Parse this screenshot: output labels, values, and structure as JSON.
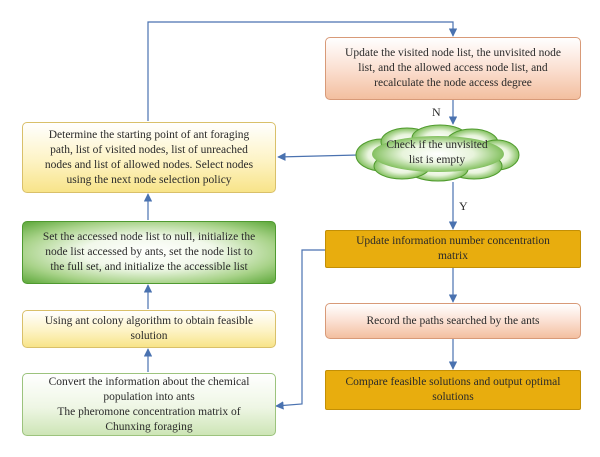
{
  "nodes": {
    "update_visited": "Update the visited node list, the unvisited node\nlist, and the allowed access node list, and\nrecalculate the node access degree",
    "determine_start": "Determine the starting point of ant foraging\npath, list of visited nodes, list of unreached\nnodes and list of allowed nodes. Select nodes\nusing the next node selection policy",
    "check_unvisited": "Check if the unvisited\nlist is empty",
    "set_accessed": "Set the accessed node list to null, initialize the\nnode list accessed by ants, set the node list to\nthe full set, and initialize the accessible list",
    "update_info": "Update information number concentration\nmatrix",
    "ant_colony": "Using ant colony algorithm to obtain feasible\nsolution",
    "record_paths": "Record the paths searched by the ants",
    "convert_info": "Convert the information about the chemical\npopulation into ants\nThe pheromone concentration matrix of\nChunxing foraging",
    "compare": "Compare feasible solutions and output optimal\nsolutions"
  },
  "labels": {
    "no": "N",
    "yes": "Y"
  },
  "colors": {
    "arrow": "#4a72b0"
  }
}
